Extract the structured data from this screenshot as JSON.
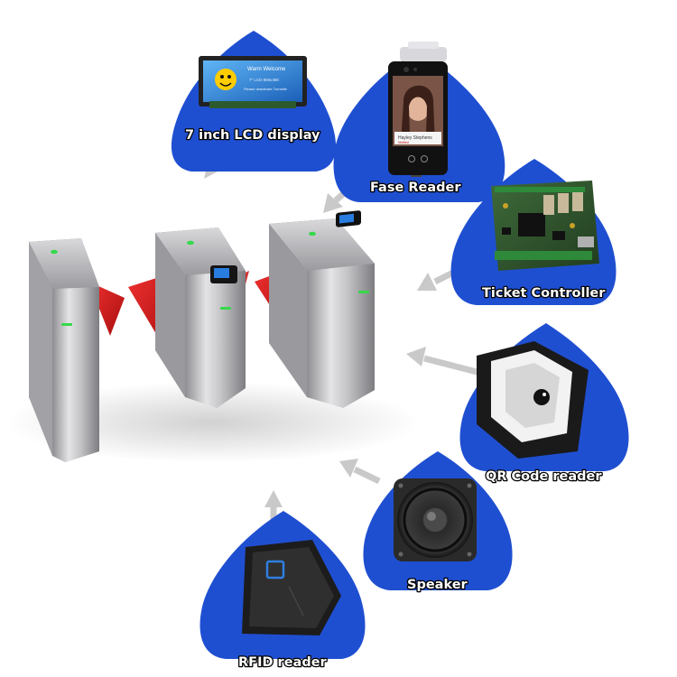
{
  "components": [
    {
      "id": "lcd",
      "label": "7 inch LCD display",
      "icon": "lcd-display-icon",
      "screen_title": "Warm Welcome",
      "screen_sub": "7\" LCD 800x480",
      "screen_line": "Please deactivate Turnstile"
    },
    {
      "id": "face",
      "label": "Fase Reader",
      "icon": "face-reader-icon",
      "screen_name": "Hayley Stephens",
      "screen_status": "Verified"
    },
    {
      "id": "ticket",
      "label": "Ticket Controller",
      "icon": "circuit-board-icon"
    },
    {
      "id": "qr",
      "label": "QR Code reader",
      "icon": "qr-scanner-icon"
    },
    {
      "id": "speaker",
      "label": "Speaker",
      "icon": "speaker-icon"
    },
    {
      "id": "rfid",
      "label": "RFID reader",
      "icon": "rfid-card-reader-icon"
    }
  ],
  "colors": {
    "badge_blue": "#1f4fd1",
    "badge_blue_dark": "#173fb0",
    "arrow_gray": "#c9c9c9",
    "gate_steel": "#b9b9bc",
    "flap_red": "#d81e1e",
    "indicator_green": "#35d94a"
  }
}
